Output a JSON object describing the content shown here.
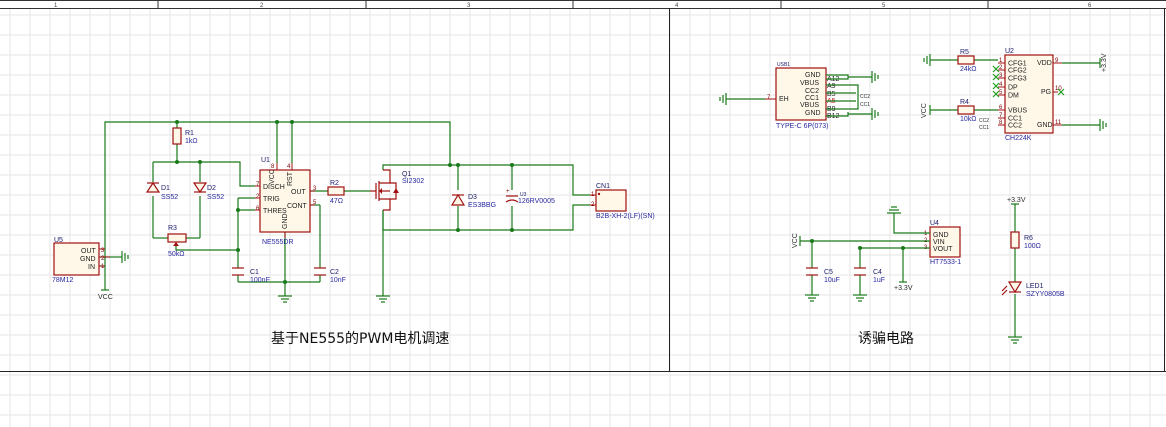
{
  "ruler": [
    "1",
    "2",
    "3",
    "4",
    "5",
    "6"
  ],
  "sections": {
    "left_title": "基于NE555的PWM电机调速",
    "right_title": "诱骗电路"
  },
  "components": {
    "u5": {
      "ref": "U5",
      "value": "78M12",
      "pins": [
        "OUT",
        "GND",
        "IN"
      ],
      "pinnums": [
        "3",
        "2",
        "1"
      ]
    },
    "r1": {
      "ref": "R1",
      "value": "1kΩ"
    },
    "d1": {
      "ref": "D1",
      "value": "SS52"
    },
    "d2": {
      "ref": "D2",
      "value": "SS52"
    },
    "r3": {
      "ref": "R3",
      "value": "50kΩ"
    },
    "u1": {
      "ref": "U1",
      "value": "NE555DR",
      "pins": [
        "DISCH",
        "TRIG",
        "THRES",
        "OUT",
        "CONT",
        "VCC",
        "RST",
        "GND"
      ],
      "pinnums": [
        "7",
        "2",
        "6",
        "3",
        "5",
        "8",
        "4",
        "1"
      ]
    },
    "c1": {
      "ref": "C1",
      "value": "100nF"
    },
    "c2": {
      "ref": "C2",
      "value": "10nF"
    },
    "r2": {
      "ref": "R2",
      "value": "47Ω"
    },
    "q1": {
      "ref": "Q1",
      "value": "SI2302"
    },
    "d3": {
      "ref": "D3",
      "value": "ES3BBG"
    },
    "u3": {
      "ref": "U3",
      "value": "126RV0005"
    },
    "cn1": {
      "ref": "CN1",
      "value": "B2B-XH-2(LF)(SN)",
      "pinnums": [
        "1",
        "2"
      ]
    },
    "usb1": {
      "ref": "USB1",
      "value": "TYPE-C 6P(073)",
      "left_pin": "EH",
      "left_num": "7",
      "pins": [
        "GND",
        "VBUS",
        "CC2",
        "CC1",
        "VBUS",
        "GND"
      ],
      "pinnums": [
        "A12",
        "A9",
        "B5",
        "A5",
        "B9",
        "B12"
      ]
    },
    "u2": {
      "ref": "U2",
      "value": "CH224K",
      "left_pins": [
        "CFG1",
        "CFG2",
        "CFG3",
        "DP",
        "DM",
        "VBUS",
        "CC1",
        "CC2"
      ],
      "right_pins": [
        "VDD",
        "PG",
        "GND"
      ],
      "left_nums": [
        "1",
        "2",
        "3",
        "4",
        "5",
        "6",
        "7",
        "8"
      ],
      "right_nums": [
        "9",
        "10",
        "11"
      ]
    },
    "r5": {
      "ref": "R5",
      "value": "24kΩ"
    },
    "r4": {
      "ref": "R4",
      "value": "10kΩ"
    },
    "u4": {
      "ref": "U4",
      "value": "HT7533-1",
      "pins": [
        "GND",
        "VIN",
        "VOUT"
      ],
      "pinnums": [
        "1",
        "2",
        "3"
      ]
    },
    "c5": {
      "ref": "C5",
      "value": "10uF"
    },
    "c4": {
      "ref": "C4",
      "value": "1uF"
    },
    "r6": {
      "ref": "R6",
      "value": "100Ω"
    },
    "led1": {
      "ref": "LED1",
      "value": "SZYY0805B"
    }
  },
  "nets": {
    "vcc": "VCC",
    "v33": "+3.3V",
    "cc1": "CC1",
    "cc2": "CC2"
  }
}
